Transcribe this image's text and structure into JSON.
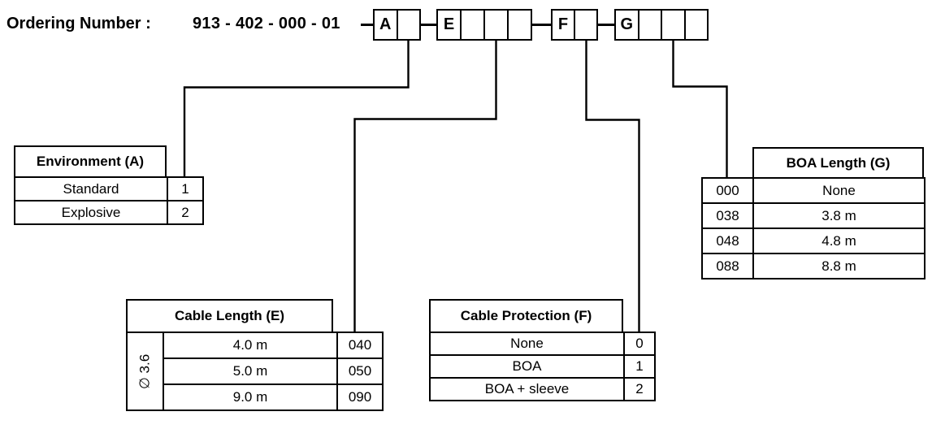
{
  "title": {
    "label": "Ordering Number :",
    "code": "913 - 402 - 000 - 01"
  },
  "order_code_boxes": {
    "groups": [
      {
        "letter": "A",
        "empty_cells": 1
      },
      {
        "letter": "E",
        "empty_cells": 3
      },
      {
        "letter": "F",
        "empty_cells": 1
      },
      {
        "letter": "G",
        "empty_cells": 3
      }
    ]
  },
  "tables": {
    "environment": {
      "title": "Environment (A)",
      "rows": [
        {
          "label": "Standard",
          "code": "1"
        },
        {
          "label": "Explosive",
          "code": "2"
        }
      ]
    },
    "cable_length": {
      "title": "Cable Length (E)",
      "diameter_note": "∅ 3.6",
      "rows": [
        {
          "label": "4.0 m",
          "code": "040"
        },
        {
          "label": "5.0 m",
          "code": "050"
        },
        {
          "label": "9.0 m",
          "code": "090"
        }
      ]
    },
    "cable_protection": {
      "title": "Cable Protection (F)",
      "rows": [
        {
          "label": "None",
          "code": "0"
        },
        {
          "label": "BOA",
          "code": "1"
        },
        {
          "label": "BOA + sleeve",
          "code": "2"
        }
      ]
    },
    "boa_length": {
      "title": "BOA Length (G)",
      "rows": [
        {
          "code": "000",
          "label": "None"
        },
        {
          "code": "038",
          "label": "3.8 m"
        },
        {
          "code": "048",
          "label": "4.8 m"
        },
        {
          "code": "088",
          "label": "8.8 m"
        }
      ]
    }
  },
  "colors": {
    "line": "#000000",
    "background": "#ffffff",
    "text": "#000000"
  }
}
